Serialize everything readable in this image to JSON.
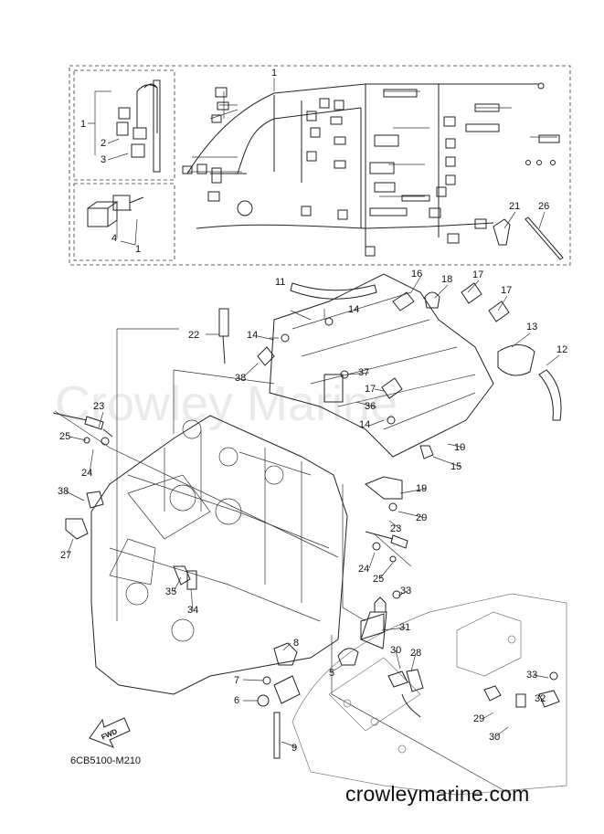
{
  "diagram_code": "6CB5100-M210",
  "watermark": "Crowley Marine",
  "site_url": "crowleymarine.com",
  "fwd_label": "FWD",
  "callouts": [
    "1",
    "1",
    "2",
    "3",
    "4",
    "1",
    "21",
    "26",
    "11",
    "16",
    "18",
    "17",
    "17",
    "13",
    "12",
    "22",
    "14",
    "14",
    "38",
    "37",
    "17",
    "36",
    "23",
    "14",
    "25",
    "24",
    "10",
    "15",
    "19",
    "38",
    "23",
    "20",
    "27",
    "24",
    "25",
    "35",
    "33",
    "34",
    "8",
    "31",
    "30",
    "28",
    "5",
    "7",
    "6",
    "33",
    "32",
    "29",
    "30",
    "9"
  ]
}
